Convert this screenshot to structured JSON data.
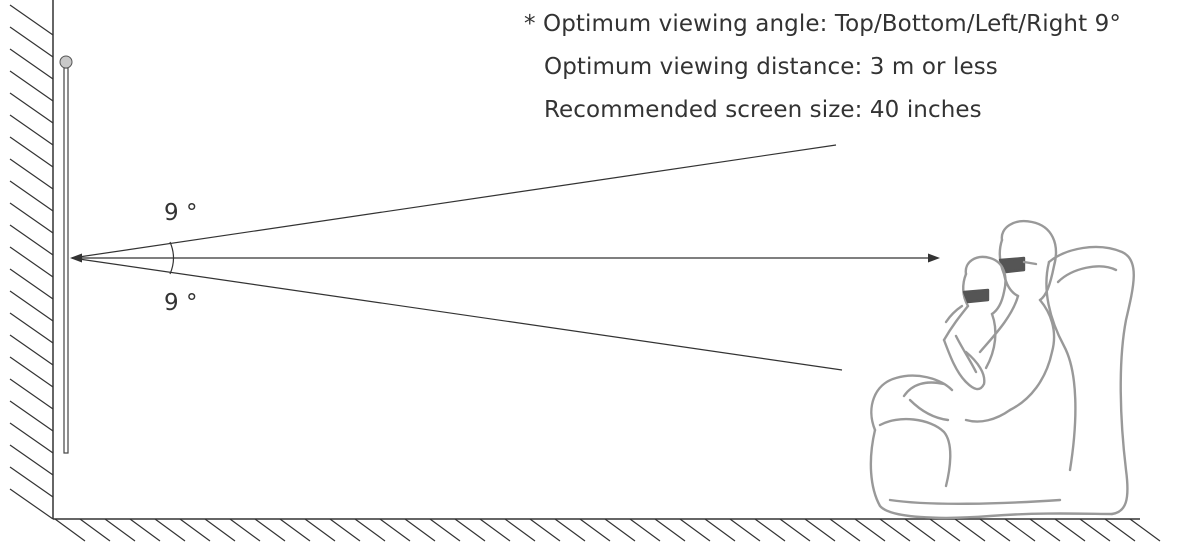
{
  "notes": {
    "line1": "* Optimum viewing angle: Top/Bottom/Left/Right 9°",
    "line2": "Optimum viewing distance: 3 m or less",
    "line3": "Recommended screen size: 40 inches"
  },
  "angles": {
    "upper": "9 °",
    "lower": "9 °"
  },
  "colors": {
    "line": "#333333",
    "sketch": "#999999",
    "screen_knob": "#c8c8c8"
  }
}
